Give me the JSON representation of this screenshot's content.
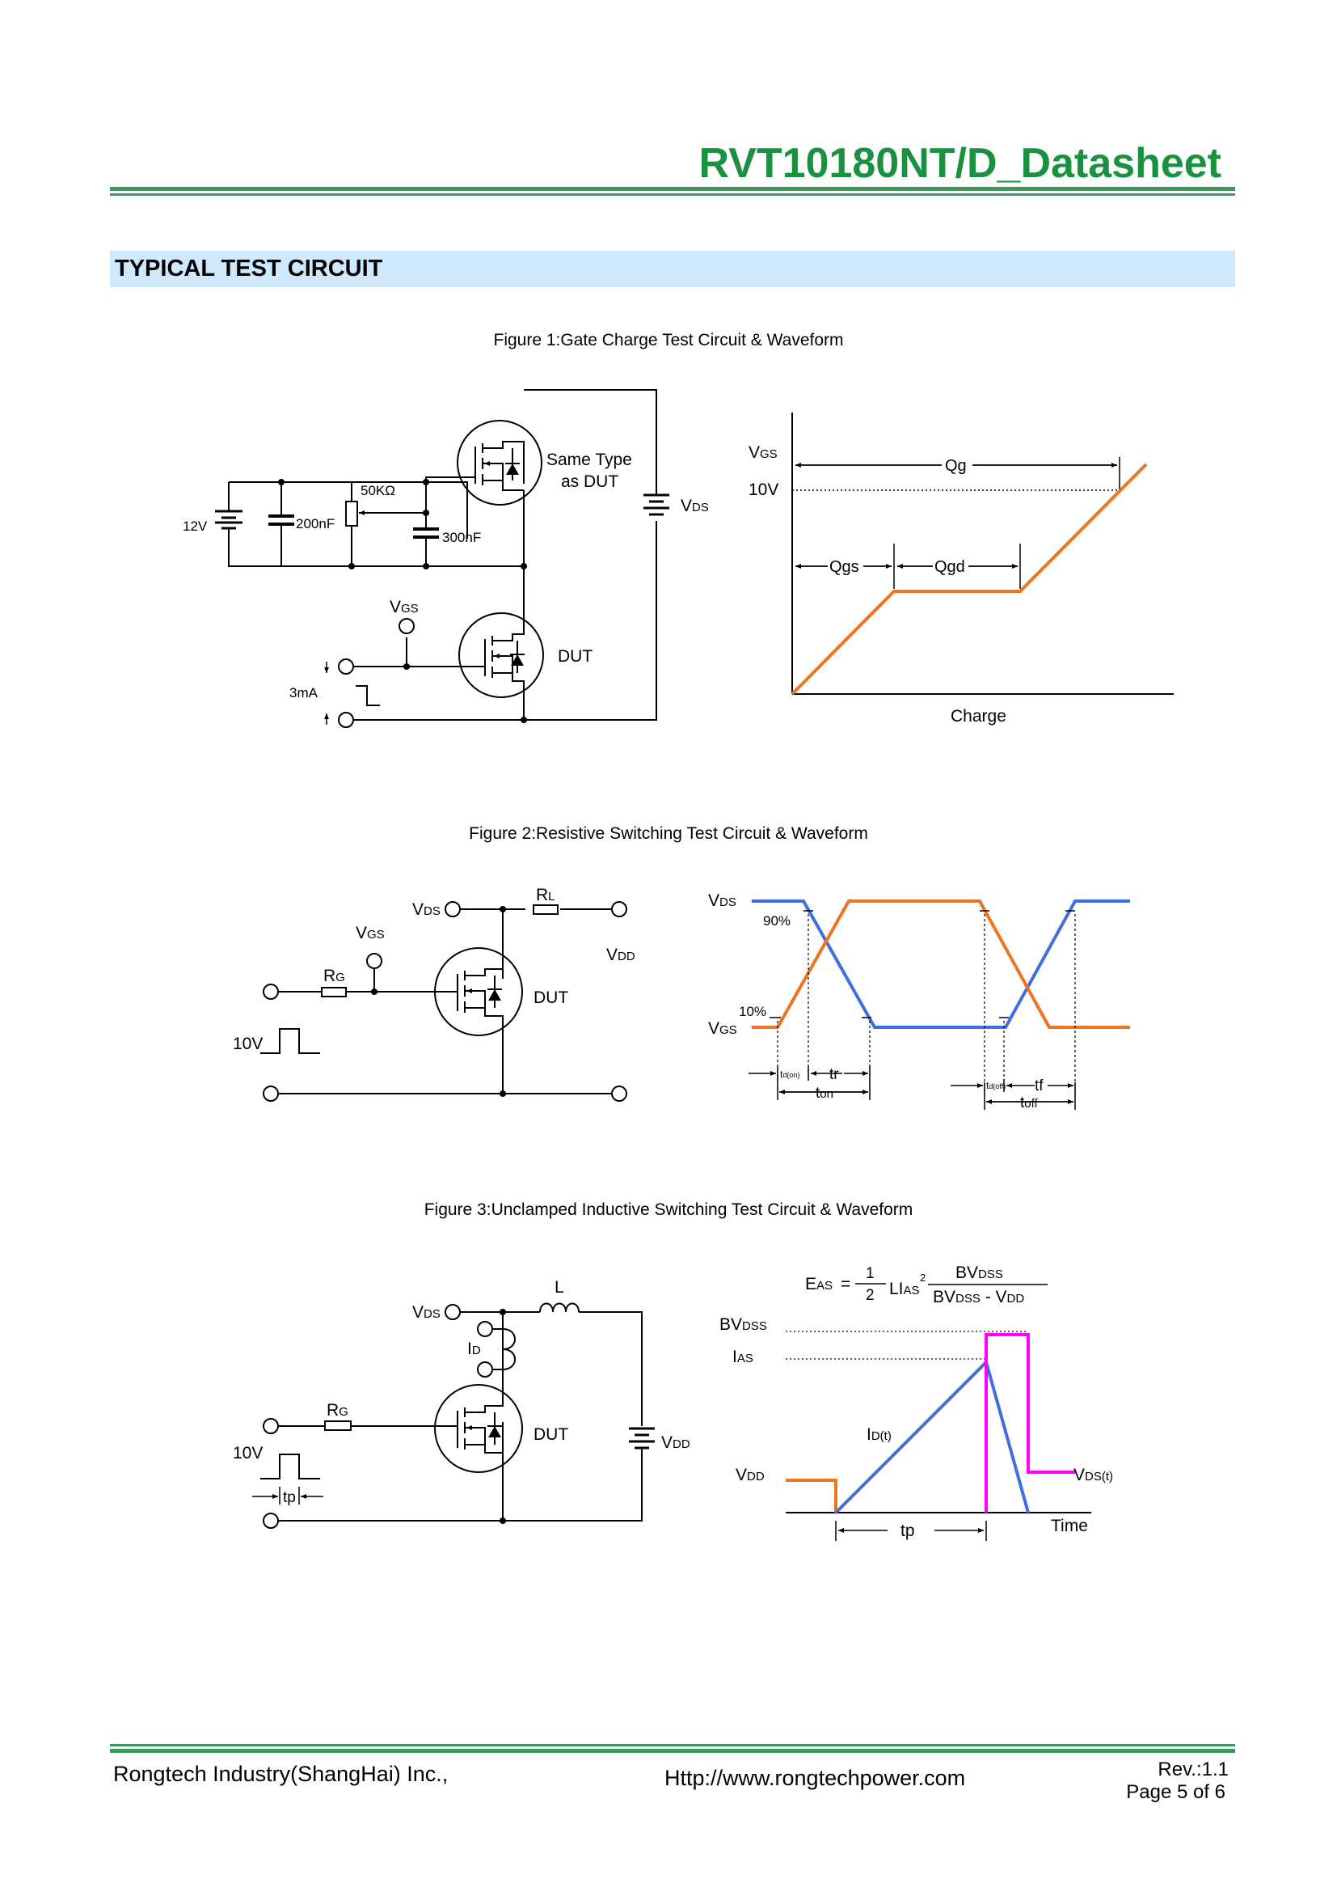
{
  "header": {
    "title": "RVT10180NT/D_Datasheet",
    "accent": "#1a9140"
  },
  "section": {
    "title": "TYPICAL TEST CIRCUIT",
    "bg": "#cfe8fb"
  },
  "figures": {
    "fig1": {
      "caption": "Figure 1:Gate Charge Test Circuit & Waveform",
      "labels": {
        "v12": "12V",
        "c200": "200nF",
        "r50k": "50KΩ",
        "c300": "300nF",
        "same1": "Same Type",
        "same2": "as DUT",
        "vds_main": "V",
        "vds_sub": "DS",
        "vgs_main": "V",
        "vgs_sub": "GS",
        "dut": "DUT",
        "i3ma": "3mA",
        "w_vgs_main": "V",
        "w_vgs_sub": "GS",
        "w_10v": "10V",
        "qg": "Qg",
        "qgs": "Qgs",
        "qgd": "Qgd",
        "charge": "Charge"
      }
    },
    "fig2": {
      "caption": "Figure 2:Resistive Switching Test Circuit & Waveform",
      "labels": {
        "vds_main": "V",
        "vds_sub": "DS",
        "rl_main": "R",
        "rl_sub": "L",
        "vgs_main": "V",
        "vgs_sub": "GS",
        "vdd_main": "V",
        "vdd_sub": "DD",
        "rg_main": "R",
        "rg_sub": "G",
        "dut": "DUT",
        "v10": "10V",
        "w_vds_main": "V",
        "w_vds_sub": "DS",
        "p90": "90%",
        "p10": "10%",
        "w_vgs_main": "V",
        "w_vgs_sub": "GS",
        "tdon_main": "t",
        "tdon_sub": "d(on)",
        "tr": "tr",
        "ton_main": "t",
        "ton_sub": "on",
        "tdoff_main": "t",
        "tdoff_sub": "d(off)",
        "tf": "tf",
        "toff_main": "t",
        "toff_sub": "off"
      }
    },
    "fig3": {
      "caption": "Figure 3:Unclamped Inductive Switching Test Circuit & Waveform",
      "labels": {
        "eas_main": "E",
        "eas_sub": "AS",
        "eq": "=",
        "half_n": "1",
        "half_d": "2",
        "li": "LI",
        "li_sub": "AS",
        "li_sup": "2",
        "bv_n_main": "BV",
        "bv_n_sub": "DSS",
        "bv_d1_main": "BV",
        "bv_d1_sub": "DSS",
        "bv_d_minus": " - V",
        "bv_d2_sub": "DD",
        "vds_main": "V",
        "vds_sub": "DS",
        "l": "L",
        "id_main": "I",
        "id_sub": "D",
        "rg_main": "R",
        "rg_sub": "G",
        "dut": "DUT",
        "vdd_main": "V",
        "vdd_sub": "DD",
        "v10": "10V",
        "tp": "tp",
        "w_bvdss_main": "BV",
        "w_bvdss_sub": "DSS",
        "w_ias_main": "I",
        "w_ias_sub": "AS",
        "w_idt_main": "I",
        "w_idt_sub": "D(t)",
        "w_vdd_main": "V",
        "w_vdd_sub": "DD",
        "w_vdst_main": "V",
        "w_vdst_sub": "DS(t)",
        "w_tp": "tp",
        "w_time": "Time"
      }
    }
  },
  "colors": {
    "orange": "#ed7420",
    "blue": "#3f6fdf",
    "magenta": "#ff00ff"
  },
  "footer": {
    "company": "Rongtech Industry(ShangHai) Inc.,",
    "url": "Http://www.rongtechpower.com",
    "rev": "Rev.:1.1",
    "page": "Page  5  of 6"
  }
}
